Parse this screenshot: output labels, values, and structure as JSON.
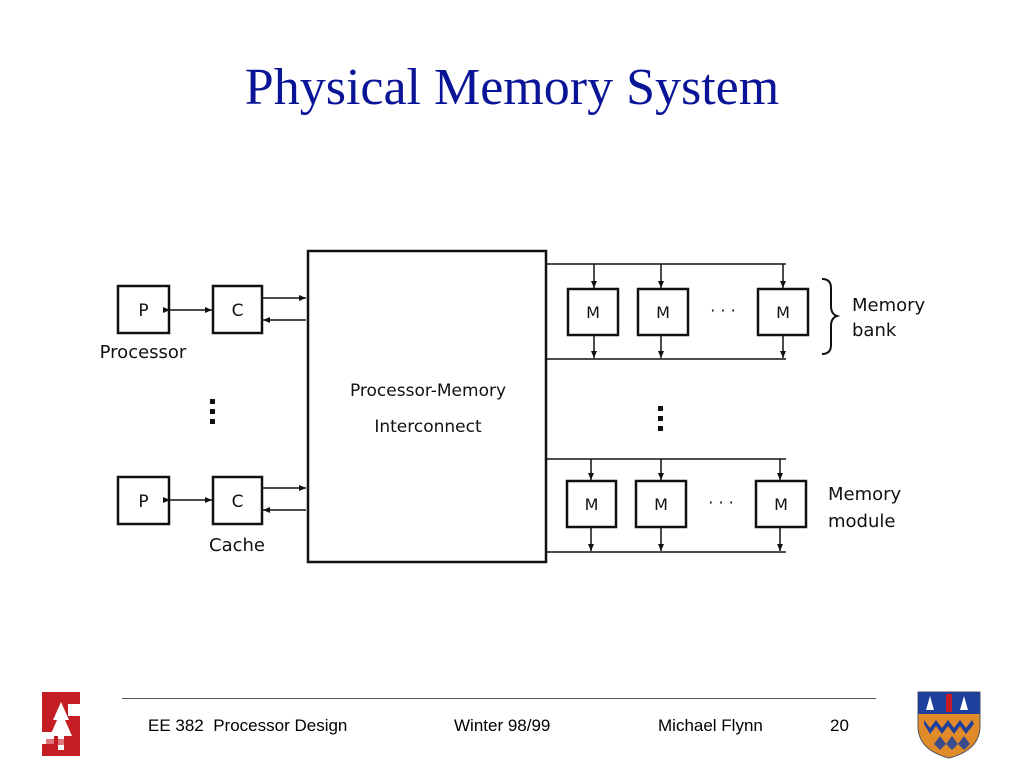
{
  "slide": {
    "title": "Physical Memory System"
  },
  "diagram": {
    "processor_box": "P",
    "cache_box": "C",
    "processor_label": "Processor",
    "cache_label": "Cache",
    "interconnect_line1": "Processor-Memory",
    "interconnect_line2": "Interconnect",
    "memory_box": "M",
    "ellipsis": "· · ·",
    "memory_bank_line1": "Memory",
    "memory_bank_line2": "bank",
    "memory_module_line1": "Memory",
    "memory_module_line2": "module"
  },
  "footer": {
    "course": "EE 382  Processor Design",
    "term": "Winter 98/99",
    "author": "Michael Flynn",
    "page": "20"
  },
  "logos": {
    "left": "stanford-logo",
    "right": "crest-logo",
    "left_color": "#c41e24",
    "right_colors": [
      "#1f3f9c",
      "#e08a2a",
      "#c41e24"
    ]
  }
}
